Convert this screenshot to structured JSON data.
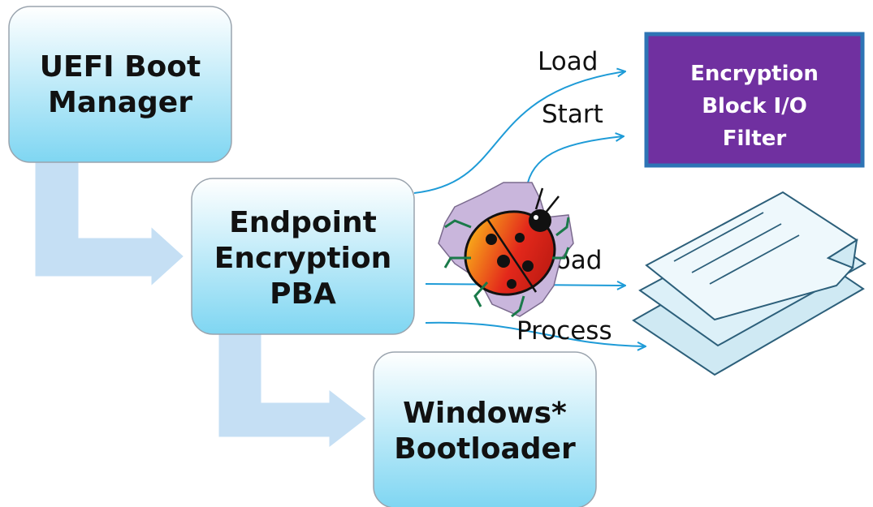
{
  "boxes": {
    "uefi": {
      "line1": "UEFI Boot",
      "line2": "Manager"
    },
    "pba": {
      "line1": "Endpoint",
      "line2": "Encryption",
      "line3": "PBA"
    },
    "bootloader": {
      "line1": "Windows*",
      "line2": "Bootloader"
    },
    "filter": {
      "line1": "Encryption",
      "line2": "Block I/O",
      "line3": "Filter"
    }
  },
  "labels": {
    "load_top": "Load",
    "start": "Start",
    "load_mid": "Load",
    "process": "Process"
  },
  "icons": {
    "bug": "ladybug-icon",
    "document": "document-stack-icon"
  },
  "colors": {
    "box_fill_top": "#ffffff",
    "box_fill_bottom": "#7fd6f2",
    "box_stroke": "#9aa4ae",
    "flow_arrow": "#c5dff4",
    "flow_arrow_stroke": "#ffffff",
    "filter_fill": "#7030a0",
    "filter_stroke": "#2e74b5",
    "connector": "#1e9bd7"
  }
}
